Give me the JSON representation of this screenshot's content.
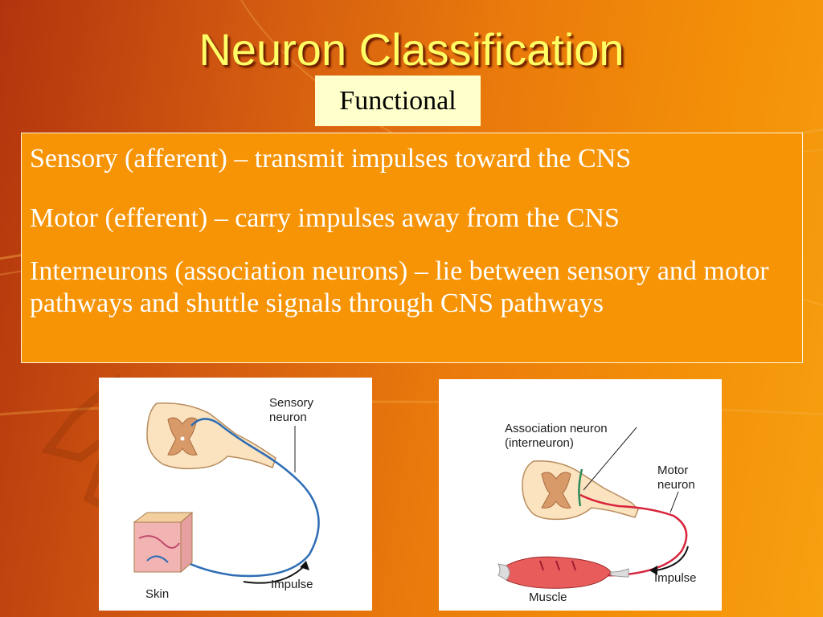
{
  "slide": {
    "title": "Neuron Classification",
    "subtitle": "Functional",
    "bullets": [
      "Sensory (afferent) – transmit impulses toward the CNS",
      "Motor (efferent) – carry impulses away from the CNS",
      "Interneurons (association neurons) – lie between sensory and motor pathways and shuttle signals through CNS pathways"
    ]
  },
  "figure_left": {
    "label_sensory_line1": "Sensory",
    "label_sensory_line2": "neuron",
    "label_skin": "Skin",
    "label_impulse": "Impulse"
  },
  "figure_right": {
    "label_assoc_line1": "Association neuron",
    "label_assoc_line2": "(interneuron)",
    "label_motor_line1": "Motor",
    "label_motor_line2": "neuron",
    "label_impulse": "Impulse",
    "label_muscle": "Muscle"
  },
  "colors": {
    "title": "#ffff66",
    "sensory_neuron": "#2e6db4",
    "motor_neuron": "#d7263d",
    "interneuron": "#2e8b57"
  }
}
